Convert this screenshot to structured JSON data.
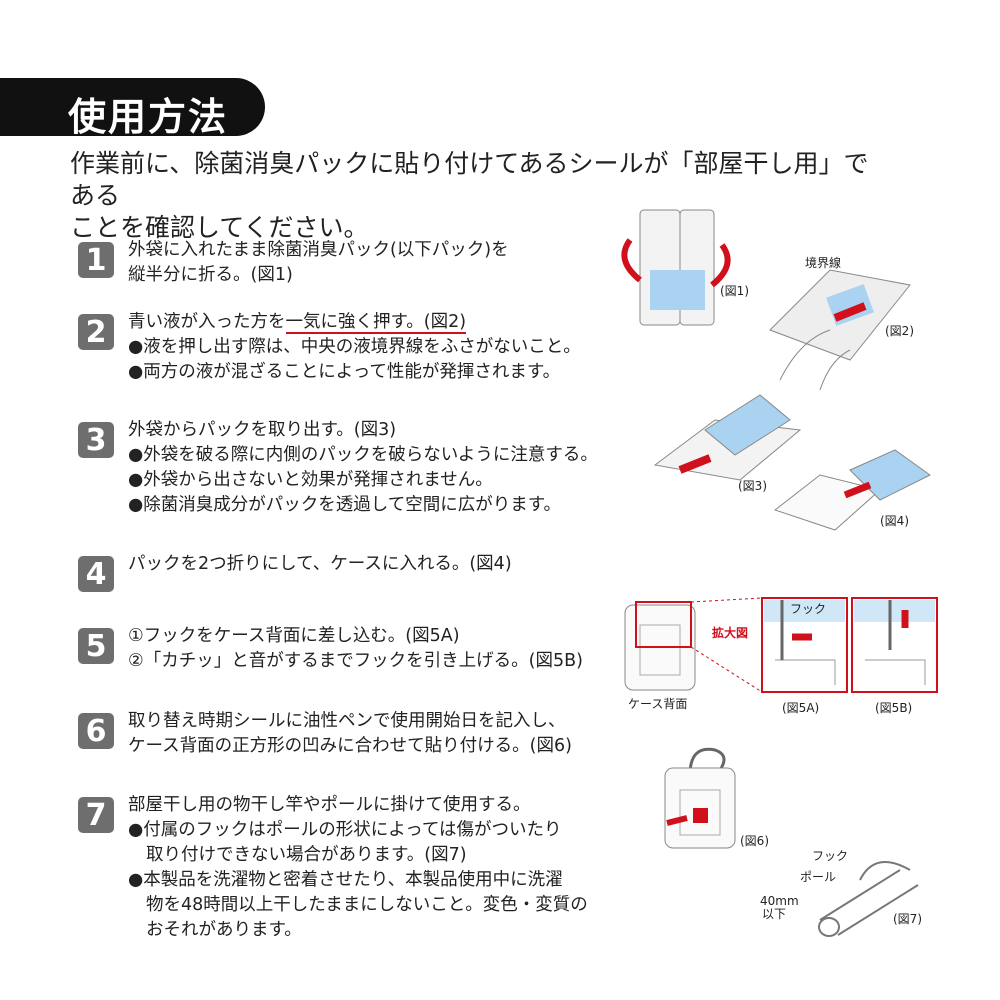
{
  "title": "使用方法",
  "intro": [
    "作業前に、除菌消臭パックに貼り付けてあるシールが「部屋干し用」である",
    "ことを確認してください。"
  ],
  "steps": [
    {
      "num": "1",
      "lines": [
        "外袋に入れたまま除菌消臭パック(以下パック)を",
        "縦半分に折る。(図1)"
      ]
    },
    {
      "num": "2",
      "lead": "青い液が入った方を",
      "emph": "一気に強く押す。(図2)",
      "lines": [
        "●液を押し出す際は、中央の液境界線をふさがないこと。",
        "●両方の液が混ざることによって性能が発揮されます。"
      ]
    },
    {
      "num": "3",
      "lines": [
        "外袋からパックを取り出す。(図3)",
        "●外袋を破る際に内側のパックを破らないように注意する。",
        "●外袋から出さないと効果が発揮されません。",
        "●除菌消臭成分がパックを透過して空間に広がります。"
      ]
    },
    {
      "num": "4",
      "lines": [
        "パックを2つ折りにして、ケースに入れる。(図4)"
      ]
    },
    {
      "num": "5",
      "lines": [
        "①フックをケース背面に差し込む。(図5A)",
        "②「カチッ」と音がするまでフックを引き上げる。(図5B)"
      ]
    },
    {
      "num": "6",
      "lines": [
        "取り替え時期シールに油性ペンで使用開始日を記入し、",
        "ケース背面の正方形の凹みに合わせて貼り付ける。(図6)"
      ]
    },
    {
      "num": "7",
      "lines": [
        "部屋干し用の物干し竿やポールに掛けて使用する。",
        "●付属のフックはポールの形状によっては傷がついたり",
        "取り付けできない場合があります。(図7)",
        "●本製品を洗濯物と密着させたり、本製品使用中に洗濯",
        "物を48時間以上干したままにしないこと。変色・変質の",
        "おそれがあります。"
      ]
    }
  ],
  "figures": {
    "fig1": "(図1)",
    "boundary": "境界線",
    "fig2": "(図2)",
    "fig3": "(図3)",
    "fig4": "(図4)",
    "hook": "フック",
    "zoom": "拡大図",
    "case_back": "ケース背面",
    "fig5a": "(図5A)",
    "fig5b": "(図5B)",
    "fig6": "(図6)",
    "hook2": "フック",
    "pole": "ポール",
    "size1": "40mm",
    "size2": "以下",
    "fig7": "(図7)"
  },
  "colors": {
    "accent": "#d0101b",
    "badge": "#6e6e6e",
    "liquid": "#a9d3f0"
  }
}
